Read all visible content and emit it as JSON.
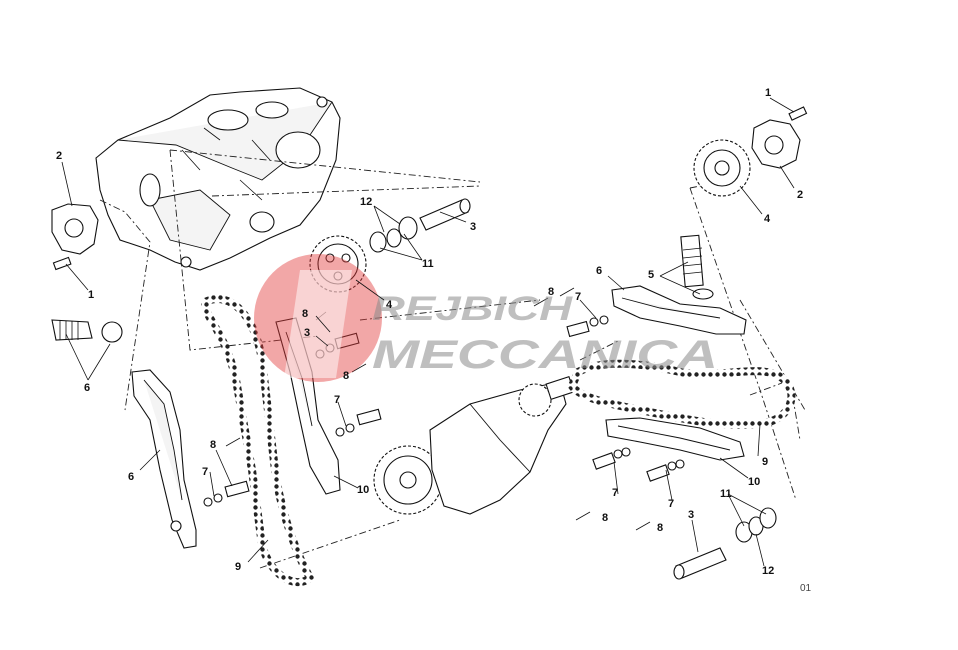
{
  "callouts": {
    "c1": "1",
    "c2": "2",
    "c3": "3",
    "c4": "4",
    "c5": "5",
    "c6": "6",
    "c7": "7",
    "c8": "8",
    "c9": "9",
    "c10": "10",
    "c11": "11",
    "c12": "12"
  },
  "watermark": {
    "line1": "REJBICH",
    "line2": "MECCANICA",
    "accent_color": "#e23b3b",
    "text_color": "#8a8a8a"
  },
  "figure_code": "01"
}
